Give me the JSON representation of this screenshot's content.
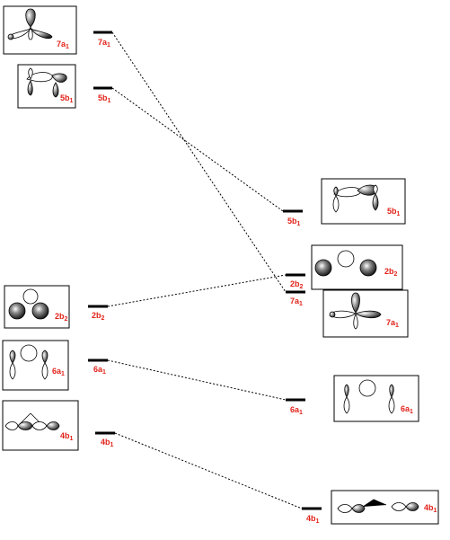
{
  "colors": {
    "label": "#e2231a",
    "line": "#000000",
    "frame": "#000000",
    "lobe_fill": "#ffffff"
  },
  "levels": {
    "left": [
      {
        "id": "7a1",
        "main": "7a",
        "sub": "1"
      },
      {
        "id": "5b1",
        "main": "5b",
        "sub": "1"
      },
      {
        "id": "2b2",
        "main": "2b",
        "sub": "2"
      },
      {
        "id": "6a1",
        "main": "6a",
        "sub": "1"
      },
      {
        "id": "4b1",
        "main": "4b",
        "sub": "1"
      }
    ],
    "right": [
      {
        "id": "5b1",
        "main": "5b",
        "sub": "1"
      },
      {
        "id": "2b2",
        "main": "2b",
        "sub": "2"
      },
      {
        "id": "7a1",
        "main": "7a",
        "sub": "1"
      },
      {
        "id": "6a1",
        "main": "6a",
        "sub": "1"
      },
      {
        "id": "4b1",
        "main": "4b",
        "sub": "1"
      }
    ]
  },
  "correlations": [
    {
      "from": "7a1",
      "to": "7a1"
    },
    {
      "from": "5b1",
      "to": "5b1"
    },
    {
      "from": "2b2",
      "to": "2b2"
    },
    {
      "from": "6a1",
      "to": "6a1"
    },
    {
      "from": "4b1",
      "to": "4b1"
    }
  ],
  "orbital_boxes": {
    "left": [
      {
        "id": "7a1",
        "main": "7a",
        "sub": "1",
        "icon": "lone-pair-orbital-icon"
      },
      {
        "id": "5b1",
        "main": "5b",
        "sub": "1",
        "icon": "bent-p-orbital-icon"
      },
      {
        "id": "2b2",
        "main": "2b",
        "sub": "2",
        "icon": "three-sphere-orbital-icon"
      },
      {
        "id": "6a1",
        "main": "6a",
        "sub": "1",
        "icon": "s-p-orbital-icon"
      },
      {
        "id": "4b1",
        "main": "4b",
        "sub": "1",
        "icon": "sigma-orbital-icon"
      }
    ],
    "right": [
      {
        "id": "5b1",
        "main": "5b",
        "sub": "1",
        "icon": "bent-p-orbital-icon"
      },
      {
        "id": "2b2",
        "main": "2b",
        "sub": "2",
        "icon": "three-sphere-orbital-icon"
      },
      {
        "id": "7a1",
        "main": "7a",
        "sub": "1",
        "icon": "lone-pair-orbital-icon"
      },
      {
        "id": "6a1",
        "main": "6a",
        "sub": "1",
        "icon": "s-p-orbital-icon"
      },
      {
        "id": "4b1",
        "main": "4b",
        "sub": "1",
        "icon": "sigma-orbital-icon"
      }
    ]
  }
}
